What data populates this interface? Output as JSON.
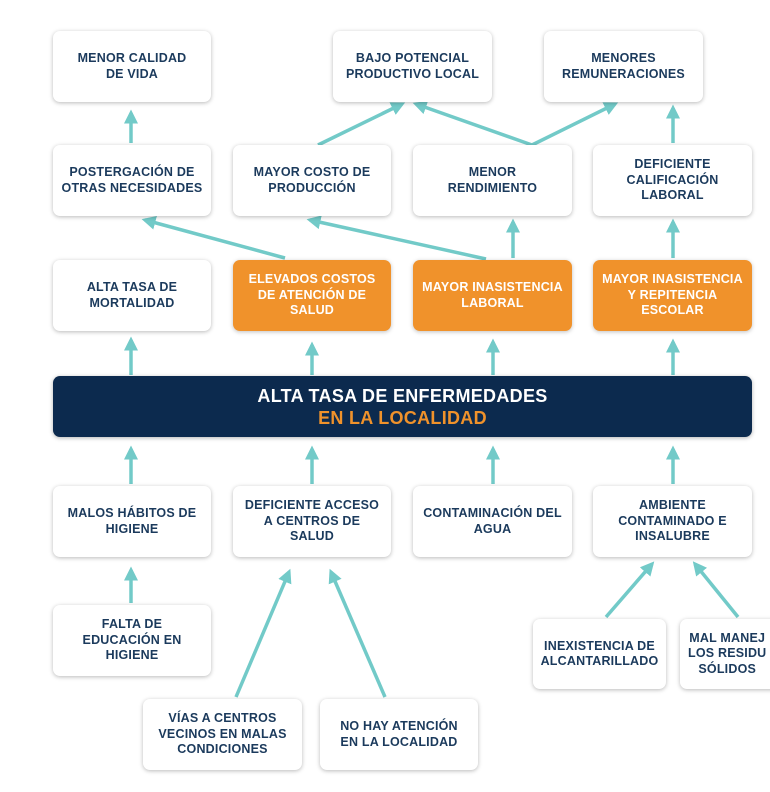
{
  "colors": {
    "arrow": "#72cac8",
    "central_background": "#0c2a4e",
    "highlight": "#f0922b",
    "node_text": "#1b3a5c"
  },
  "central": {
    "line1": "ALTA TASA DE ENFERMEDADES",
    "line2": "EN LA LOCALIDAD"
  },
  "effects": {
    "menor_calidad_vida": "MENOR CALIDAD\nDE VIDA",
    "bajo_potencial": "BAJO POTENCIAL\nPRODUCTIVO LOCAL",
    "menores_remuneraciones": "MENORES\nREMUNERACIONES",
    "postergacion": "POSTERGACIÓN DE\nOTRAS NECESIDADES",
    "mayor_costo": "MAYOR COSTO DE\nPRODUCCIÓN",
    "menor_rendimiento": "MENOR\nRENDIMIENTO",
    "deficiente_calificacion": "DEFICIENTE\nCALIFICACIÓN\nLABORAL",
    "alta_mortalidad": "ALTA TASA DE\nMORTALIDAD",
    "elevados_costos": "ELEVADOS COSTOS\nDE ATENCIÓN DE\nSALUD",
    "inasistencia_laboral": "MAYOR INASISTENCIA\nLABORAL",
    "inasistencia_escolar": "MAYOR INASISTENCIA\nY REPITENCIA\nESCOLAR"
  },
  "causes": {
    "malos_habitos": "MALOS HÁBITOS DE\nHIGIENE",
    "deficiente_acceso": "DEFICIENTE ACCESO\nA CENTROS DE\nSALUD",
    "contaminacion_agua": "CONTAMINACIÓN DEL\nAGUA",
    "ambiente_contaminado": "AMBIENTE\nCONTAMINADO E\nINSALUBRE",
    "falta_educacion": "FALTA DE\nEDUCACIÓN EN\nHIGIENE",
    "vias_centros": "VÍAS A CENTROS\nVECINOS EN MALAS\nCONDICIONES",
    "no_atencion": "NO HAY ATENCIÓN\nEN LA LOCALIDAD",
    "inexistencia_alcantarillado": "INEXISTENCIA DE\nALCANTARILLADO",
    "mal_manejo": "MAL MANEJ\nLOS RESIDU\nSÓLIDOS"
  }
}
